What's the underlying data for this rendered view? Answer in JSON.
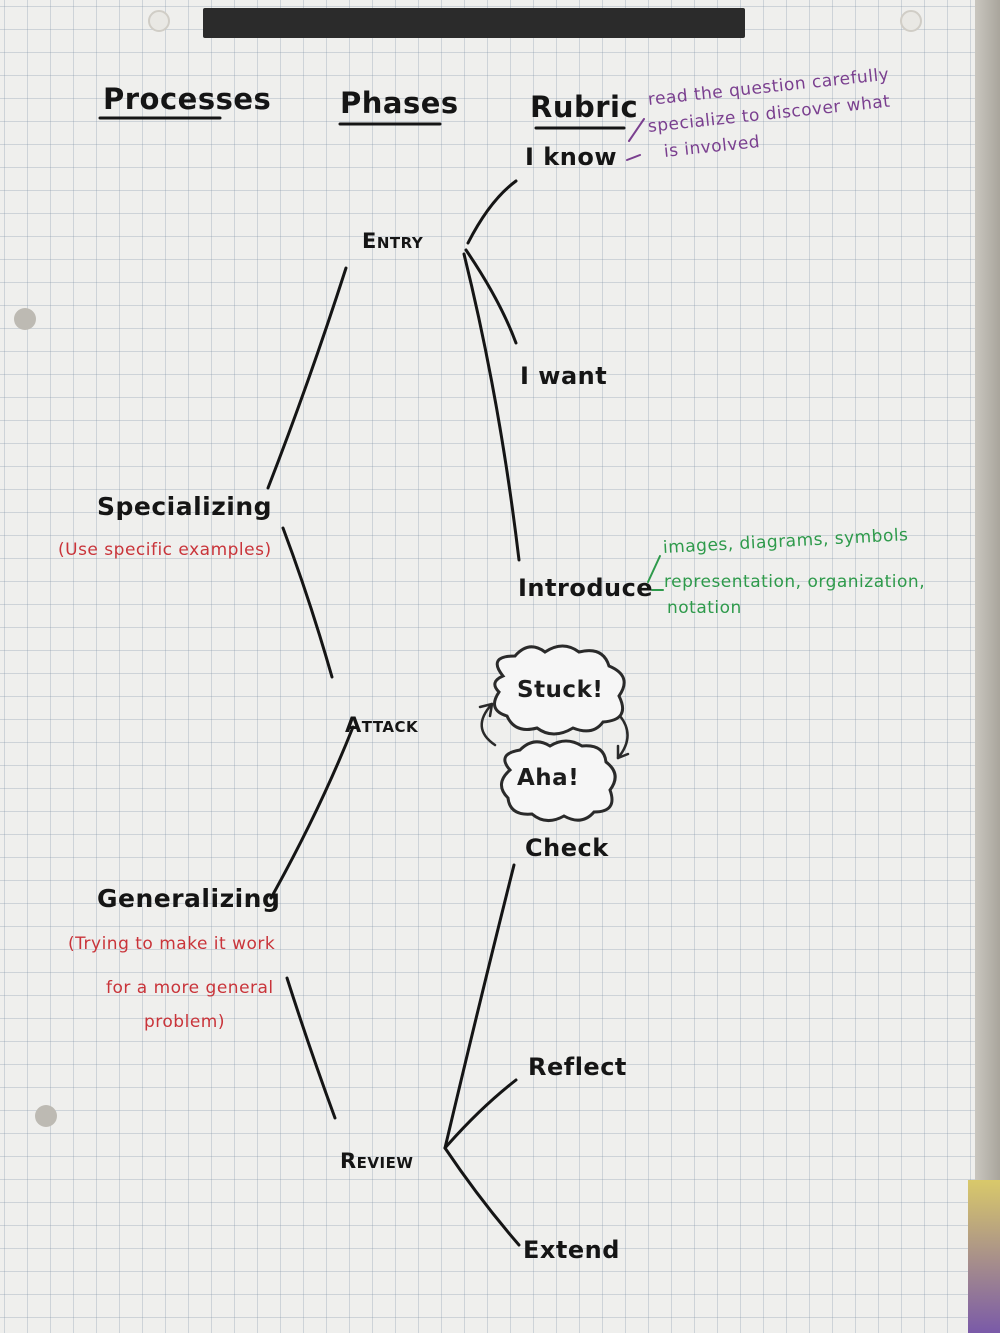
{
  "headings": {
    "processes": "Processes",
    "phases": "Phases",
    "rubric": "Rubric"
  },
  "phases": {
    "entry": "Entry",
    "attack": "Attack",
    "review": "Review"
  },
  "rubric": {
    "i_know": "I know",
    "i_want": "I want",
    "introduce": "Introduce",
    "check": "Check",
    "reflect": "Reflect",
    "extend": "Extend"
  },
  "processes": {
    "specializing": "Specializing",
    "specializing_note": "(Use specific examples)",
    "generalizing": "Generalizing",
    "generalizing_note_1": "(Trying to make it work",
    "generalizing_note_2": "for a more general",
    "generalizing_note_3": "problem)"
  },
  "notes": {
    "know_1": "read the question carefully",
    "know_2": "specialize to discover what",
    "know_3": "is involved",
    "introduce_1": "images, diagrams, symbols",
    "introduce_2": "representation, organization,",
    "introduce_3": "notation"
  },
  "clouds": {
    "stuck": "Stuck!",
    "aha": "Aha!"
  },
  "colors": {
    "ink_black": "#151515",
    "ink_red": "#c9343a",
    "ink_purple": "#7a3f8f",
    "ink_green": "#2e9a4b"
  }
}
